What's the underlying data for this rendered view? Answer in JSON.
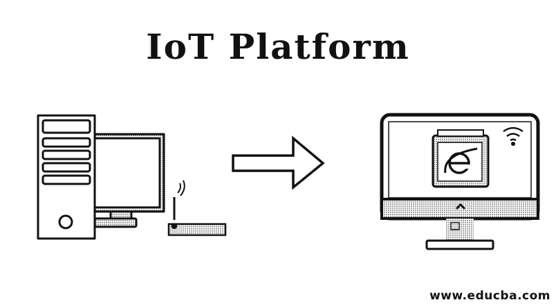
{
  "title": "IoT Platform",
  "watermark": "www.educba.com",
  "icons": {
    "left": "desktop-computer-with-router",
    "middle": "right-arrow",
    "right": "monitor-with-browser-app"
  },
  "colors": {
    "ink": "#111111",
    "background": "#ffffff"
  }
}
